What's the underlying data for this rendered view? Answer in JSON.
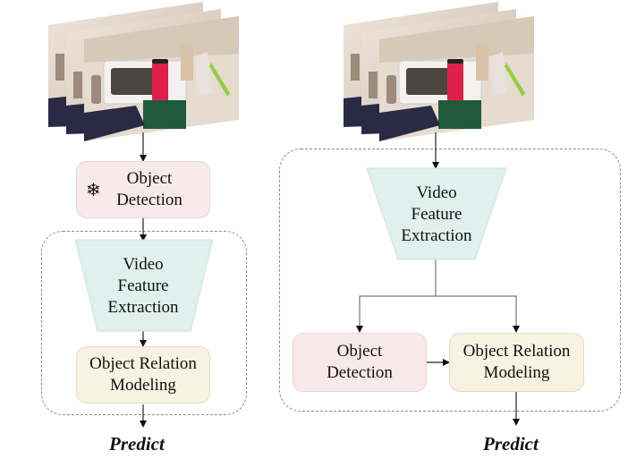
{
  "left_pipeline": {
    "input": {
      "icon": "video-frames-stack-icon",
      "frame_count": 3
    },
    "detection": {
      "line1": "Object",
      "line2": "Detection",
      "frozen_icon": "snowflake-icon",
      "frozen_glyph": "❄"
    },
    "feature": {
      "line1": "Video",
      "line2": "Feature",
      "line3": "Extraction"
    },
    "relation": {
      "line1": "Object Relation",
      "line2": "Modeling"
    },
    "output": "Predict"
  },
  "right_pipeline": {
    "input": {
      "icon": "video-frames-stack-icon",
      "frame_count": 3
    },
    "feature": {
      "line1": "Video",
      "line2": "Feature",
      "line3": "Extraction"
    },
    "detection": {
      "line1": "Object",
      "line2": "Detection"
    },
    "relation": {
      "line1": "Object Relation",
      "line2": "Modeling"
    },
    "output": "Predict"
  },
  "colors": {
    "detection_fill": "#f8e9ea",
    "relation_fill": "#f7f2e1",
    "feature_fill": "#e0f0ec",
    "group_border": "#8a8a8a"
  }
}
